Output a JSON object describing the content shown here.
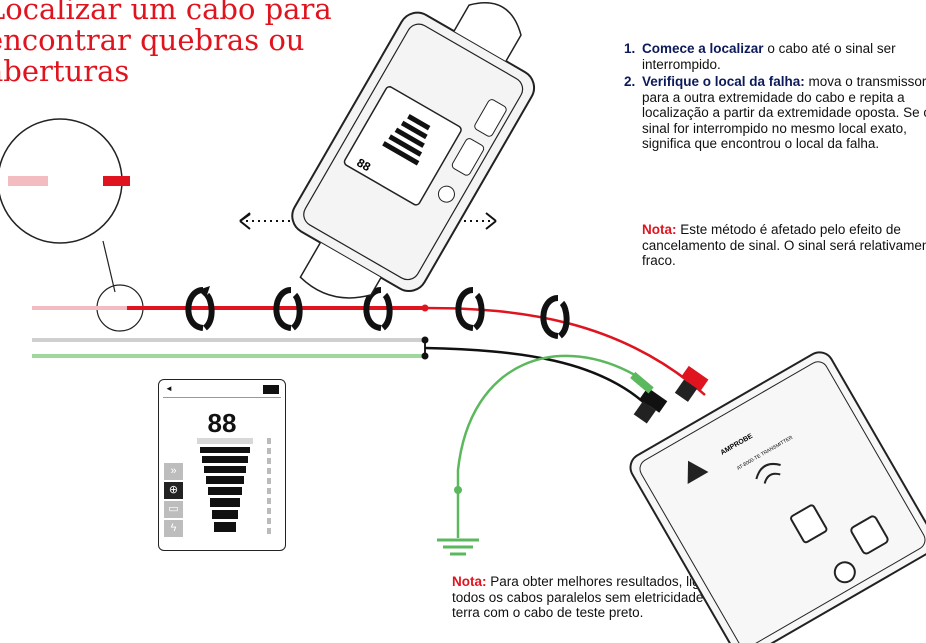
{
  "title": "Localizar um cabo para encontrar quebras ou aberturas",
  "steps": [
    {
      "num": "1.",
      "bold": "Comece a localizar",
      "text": " o cabo até o sinal ser interrompido."
    },
    {
      "num": "2.",
      "bold": "Verifique o local da falha:",
      "text": " mova o transmissor para a outra extremidade do cabo e repita a localização a partir da extremidade oposta. Se o sinal for interrompido no mesmo local exato, significa que encontrou o local da falha."
    }
  ],
  "note_label": "Nota:",
  "note1_text": " Este método é afetado pelo efeito de cancelamento de sinal. O sinal será relativamente fraco.",
  "note2_text": " Para obter melhores resultados, ligue todos os cabos paralelos sem eletricidade à terra com o cabo de teste preto.",
  "receiver_display": "88",
  "meter_display": "88",
  "brand": "AMPROBE",
  "transmitter_model": "AT-8000-TE TRANSMITTER",
  "colors": {
    "accent_red": "#e0141e",
    "navy": "#0d1a5a",
    "ground_green": "#5cb85c",
    "light_green": "#9fd89f",
    "grey_wire": "#cfcfcf",
    "pink_wire": "#f2bcc0"
  },
  "icons": [
    "dotted-arrow-left-icon",
    "dotted-arrow-right-icon",
    "rotation-arrow-icon",
    "ground-symbol-icon",
    "battery-icon",
    "speaker-icon",
    "tracing-icon",
    "target-icon",
    "wave-icon"
  ]
}
